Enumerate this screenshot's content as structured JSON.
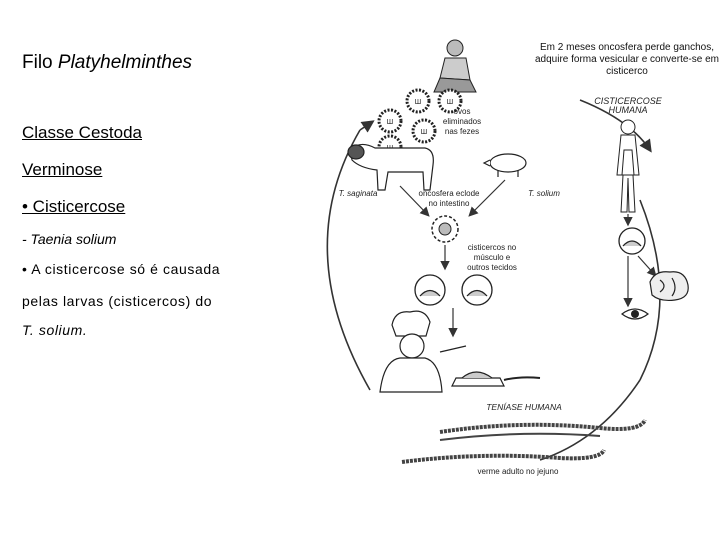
{
  "text": {
    "title_prefix": "Filo ",
    "title_italic": "Platyhelminthes",
    "class": "Classe Cestoda",
    "disease_group": "Verminose",
    "bullet_disease": "• Cisticercose",
    "species": "- Taenia solium",
    "statement_1": "• A cisticercose só é causada",
    "statement_2": "pelas larvas (cisticercos) do",
    "statement_3": "T. solium."
  },
  "diagram": {
    "note": "Em 2 meses oncosfera perde ganchos, adquire forma vesicular e converte-se em cisticerco",
    "eggs_label_1": "ovos",
    "eggs_label_2": "eliminados",
    "eggs_label_3": "nas fezes",
    "cysticercosis_1": "CISTICERCOSE",
    "cysticercosis_2": "HUMANA",
    "t_saginata": "T. saginata",
    "t_solium": "T. solium",
    "oncosphere_1": "oncosfera eclode",
    "oncosphere_2": "no intestino",
    "cysticerci_1": "cisticercos no",
    "cysticerci_2": "músculo e",
    "cysticerci_3": "outros tecidos",
    "taeniasis": "TENÍASE HUMANA",
    "adult_worm": "verme adulto no jejuno",
    "egg_mark": "Ш"
  }
}
